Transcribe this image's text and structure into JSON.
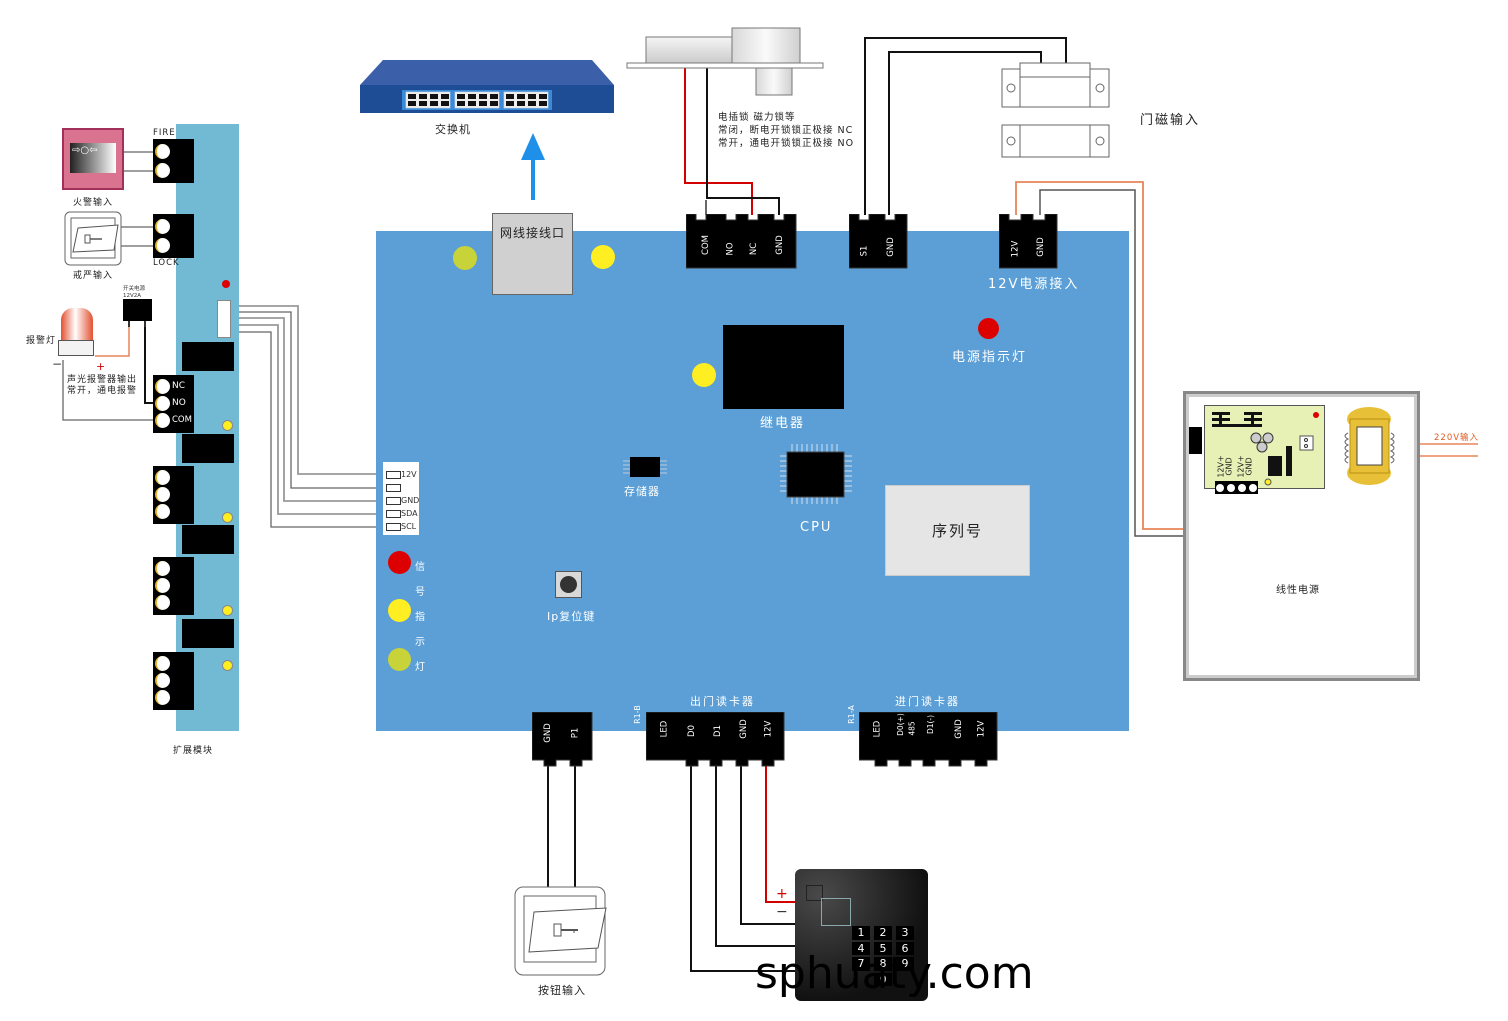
{
  "switch": {
    "label": "交换机"
  },
  "network_port": {
    "label": "网线接线口"
  },
  "lock": {
    "desc_line1": "电插锁 磁力锁等",
    "desc_line2": "常闭，断电开锁锁正极接 NC",
    "desc_line3": "常开，通电开锁锁正极接 NO",
    "pins": [
      "COM",
      "NO",
      "NC",
      "GND"
    ]
  },
  "door_sensor": {
    "label": "门磁输入",
    "pins": [
      "S1",
      "GND"
    ]
  },
  "power_in": {
    "label": "12V电源接入",
    "pins": [
      "12V",
      "GND"
    ]
  },
  "power_led": {
    "label": "电源指示灯",
    "color": "#dd0000"
  },
  "relay": {
    "label": "继电器"
  },
  "memory": {
    "label": "存储器"
  },
  "cpu": {
    "label": "CPU"
  },
  "serial": {
    "label": "序列号"
  },
  "ip_reset": {
    "label": "Ip复位键"
  },
  "signal_leds": {
    "chars": [
      "信",
      "号",
      "指",
      "示",
      "灯"
    ],
    "colors": [
      "#dd0000",
      "#ffee22",
      "#c8d33a"
    ]
  },
  "i2c_header": {
    "pins": [
      "12V",
      "",
      "GND",
      "SDA",
      "SCL"
    ]
  },
  "exit_button_conn": {
    "pins": [
      "GND",
      "P1"
    ]
  },
  "exit_button": {
    "label": "按钮输入"
  },
  "reader_out": {
    "label": "出门读卡器",
    "tag": "R1-B",
    "pins": [
      "LED",
      "D0",
      "D1",
      "GND",
      "12V"
    ]
  },
  "reader_in": {
    "label": "进门读卡器",
    "tag": "R1-A",
    "pins": [
      "LED",
      "D0(+)",
      "485",
      "D1(-)",
      "GND",
      "12V"
    ]
  },
  "card_reader": {
    "keys": [
      "1",
      "2",
      "3",
      "4",
      "5",
      "6",
      "7",
      "8",
      "9",
      "0"
    ],
    "plus": "+",
    "minus": "−"
  },
  "expansion": {
    "label": "扩展模块",
    "fire_label": "FIRE",
    "lock_label": "LOCK",
    "fire_input": "火警输入",
    "lockdown_input": "戒严输入",
    "alarm_lamp": "报警灯",
    "psu_line1": "开关电源",
    "psu_line2": "12V2A",
    "alarm_desc1": "声光报警器输出",
    "alarm_desc2": "常开，通电报警",
    "relay_pins": [
      "NC",
      "NO",
      "COM"
    ],
    "plus": "+",
    "minus": "−"
  },
  "linear_psu": {
    "label": "线性电源",
    "pins": [
      "12V+",
      "GND",
      "12V+",
      "GND"
    ],
    "ac_input": "220V输入"
  },
  "watermark": "sphuaty.com"
}
